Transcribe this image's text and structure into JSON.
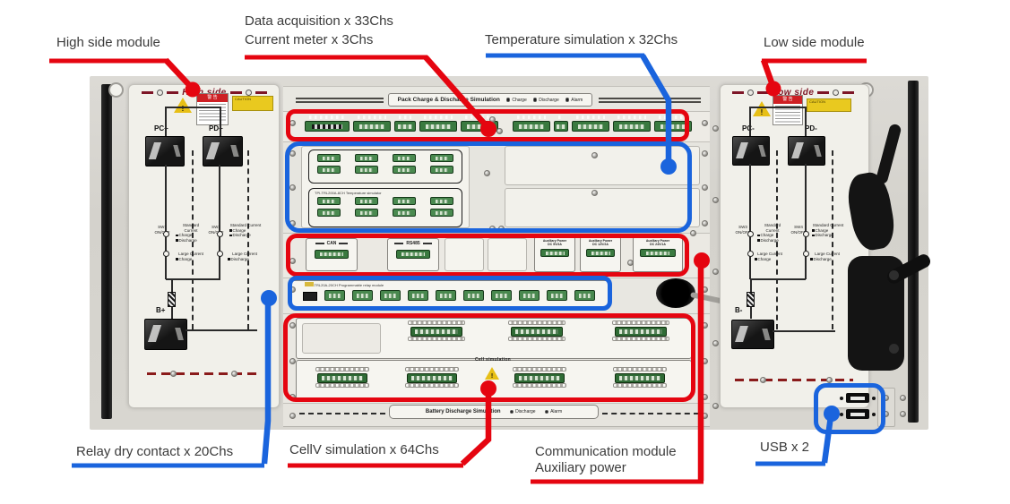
{
  "colors": {
    "red": "#e50510",
    "blue": "#1a64dd"
  },
  "callouts": {
    "high_side": "High side module",
    "data_acq_line1": "Data acquisition x 33Chs",
    "data_acq_line2": "Current meter x 3Chs",
    "temperature": "Temperature simulation  x  32Chs",
    "low_side": "Low side module",
    "relay": "Relay dry contact  x  20Chs",
    "cellv": "CellV simulation x 64Chs",
    "comm_line1": "Communication module",
    "comm_line2": "Auxiliary power",
    "usb": "USB x 2"
  },
  "labels": {
    "sw1": "SW1",
    "sw2": "SW2",
    "sw3": "SW3",
    "sw4": "SW4",
    "onoff": "ON/OFF",
    "std_current": "Standard Current",
    "large_current": "Large Current",
    "charge": "Charge",
    "discharge": "Discharge"
  },
  "high_side": {
    "title": "High side",
    "pc": "PC+",
    "pd": "PD+",
    "b": "B+",
    "warn_mark": "!",
    "warn_header": "警 告",
    "caution": "CAUTION"
  },
  "low_side": {
    "title": "Low side",
    "pc": "PC-",
    "pd": "PD-",
    "b": "B-",
    "warn_mark": "!",
    "warn_header": "警 告",
    "caution": "CAUTION"
  },
  "rack": {
    "pack_label": "Pack Charge & Discharge Simulation",
    "pack_leds": [
      "Charge",
      "Discharge",
      "Alarm"
    ],
    "temp_header": "TPI-TRL200A-8CH  Temperature simulator",
    "can": "CAN",
    "rs485": "RS485",
    "aux": [
      {
        "t": "Auxiliary Power",
        "s": "DC 5V/3A"
      },
      {
        "t": "Auxiliary Power",
        "s": "DC 12V/2A"
      },
      {
        "t": "Auxiliary Power",
        "s": "DC 24V/1A"
      }
    ],
    "relay_header": "TPI-TRL20A-20CH  Programmable relay module",
    "cell_label": "Cell simulation",
    "cell_warn": "!",
    "battery_label": "Battery Discharge Simulation",
    "battery_leds": [
      "Discharge",
      "Alarm"
    ]
  }
}
